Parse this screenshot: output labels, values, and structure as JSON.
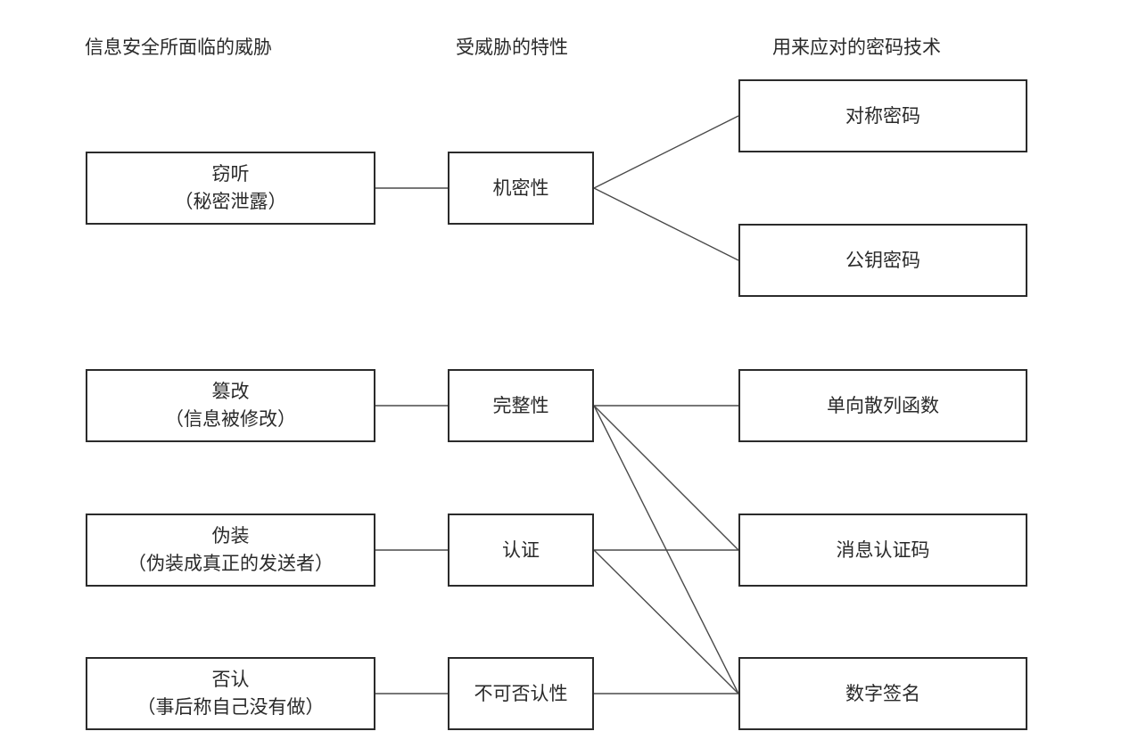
{
  "headers": {
    "threats": "信息安全所面临的威胁",
    "properties": "受威胁的特性",
    "techniques": "用来应对的密码技术"
  },
  "threats": [
    {
      "name": "窃听",
      "detail": "（秘密泄露）"
    },
    {
      "name": "篡改",
      "detail": "（信息被修改）"
    },
    {
      "name": "伪装",
      "detail": "（伪装成真正的发送者）"
    },
    {
      "name": "否认",
      "detail": "（事后称自己没有做）"
    }
  ],
  "properties": [
    {
      "label": "机密性"
    },
    {
      "label": "完整性"
    },
    {
      "label": "认证"
    },
    {
      "label": "不可否认性"
    }
  ],
  "techniques": [
    {
      "label": "对称密码"
    },
    {
      "label": "公钥密码"
    },
    {
      "label": "单向散列函数"
    },
    {
      "label": "消息认证码"
    },
    {
      "label": "数字签名"
    }
  ],
  "connections": [
    {
      "from": "threat-0",
      "to": "property-0"
    },
    {
      "from": "threat-1",
      "to": "property-1"
    },
    {
      "from": "threat-2",
      "to": "property-2"
    },
    {
      "from": "threat-3",
      "to": "property-3"
    },
    {
      "from": "property-0",
      "to": "technique-0"
    },
    {
      "from": "property-0",
      "to": "technique-1"
    },
    {
      "from": "property-1",
      "to": "technique-2"
    },
    {
      "from": "property-1",
      "to": "technique-3"
    },
    {
      "from": "property-1",
      "to": "technique-4"
    },
    {
      "from": "property-2",
      "to": "technique-3"
    },
    {
      "from": "property-2",
      "to": "technique-4"
    },
    {
      "from": "property-3",
      "to": "technique-4"
    }
  ]
}
